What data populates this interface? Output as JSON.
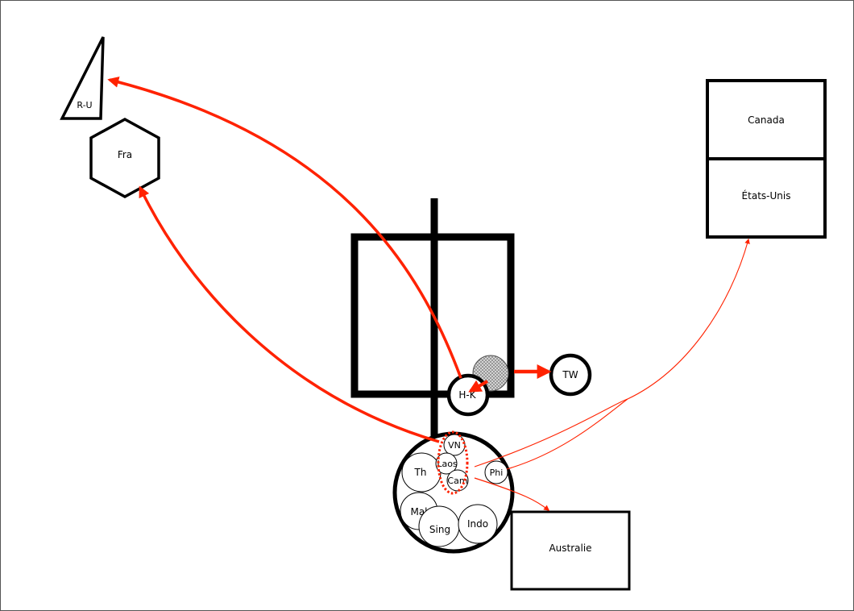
{
  "labels": {
    "ru": "R-U",
    "fra": "Fra",
    "canada": "Canada",
    "etats_unis": "États-Unis",
    "hk": "H-K",
    "tw": "TW",
    "vn": "VN",
    "laos": "Laos",
    "th": "Th",
    "cam": "Cam",
    "phi": "Phi",
    "mal": "Mal",
    "sing": "Sing",
    "indo": "Indo",
    "australie": "Australie"
  },
  "colors": {
    "flow_arrow": "#ff2200",
    "outline": "#000000",
    "hatched_fill": "#c8c8c8"
  }
}
